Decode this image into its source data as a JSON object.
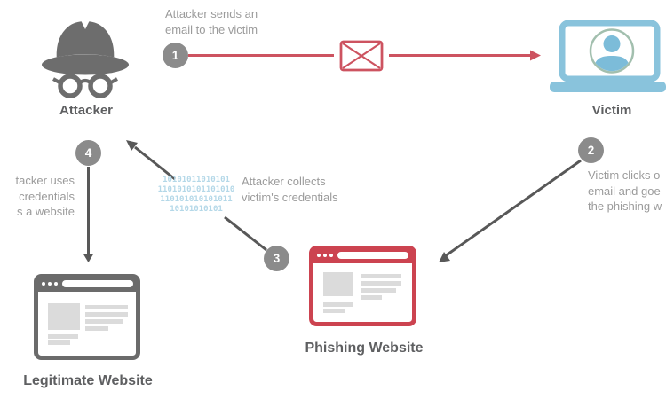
{
  "colors": {
    "accent_red": "#cd5360",
    "browser_red": "#cc4350",
    "icon_gray": "#6d6d6d",
    "site_gray": "#6b6b6b",
    "badge_gray": "#8b8b8b",
    "arrow_gray": "#585858",
    "step_text_gray": "#9b9b9b",
    "label_gray": "#5e5f61",
    "laptop_blue": "#89c3dc",
    "avatar_blue": "#7cbcd9",
    "avatar_ring_green": "#a2bfae",
    "binary_blue": "#b4d8e8",
    "content_gray": "#dbdbdb"
  },
  "nodes": {
    "attacker": {
      "label": "Attacker"
    },
    "victim": {
      "label": "Victim"
    },
    "phishing_site": {
      "label": "Phishing Website"
    },
    "legitimate_site": {
      "label": "Legitimate Website"
    }
  },
  "steps": [
    {
      "number": "1",
      "lines": [
        "Attacker sends an",
        "email to the victim"
      ]
    },
    {
      "number": "2",
      "lines": [
        "Victim clicks o",
        "email and goe",
        "the phishing w"
      ]
    },
    {
      "number": "3",
      "lines": [
        "Attacker collects",
        "victim's credentials"
      ]
    },
    {
      "number": "4",
      "lines": [
        "tacker uses",
        "credentials",
        "s a website"
      ]
    }
  ],
  "binary_code": {
    "lines": [
      "10101011010101",
      "1101010101101010",
      "110101010101011",
      "10101010101"
    ]
  },
  "icons": {
    "attacker": "spy-hat-and-glasses",
    "victim": "laptop-with-user-avatar",
    "email": "envelope",
    "phishing_site": "browser-window",
    "legitimate_site": "browser-window"
  }
}
